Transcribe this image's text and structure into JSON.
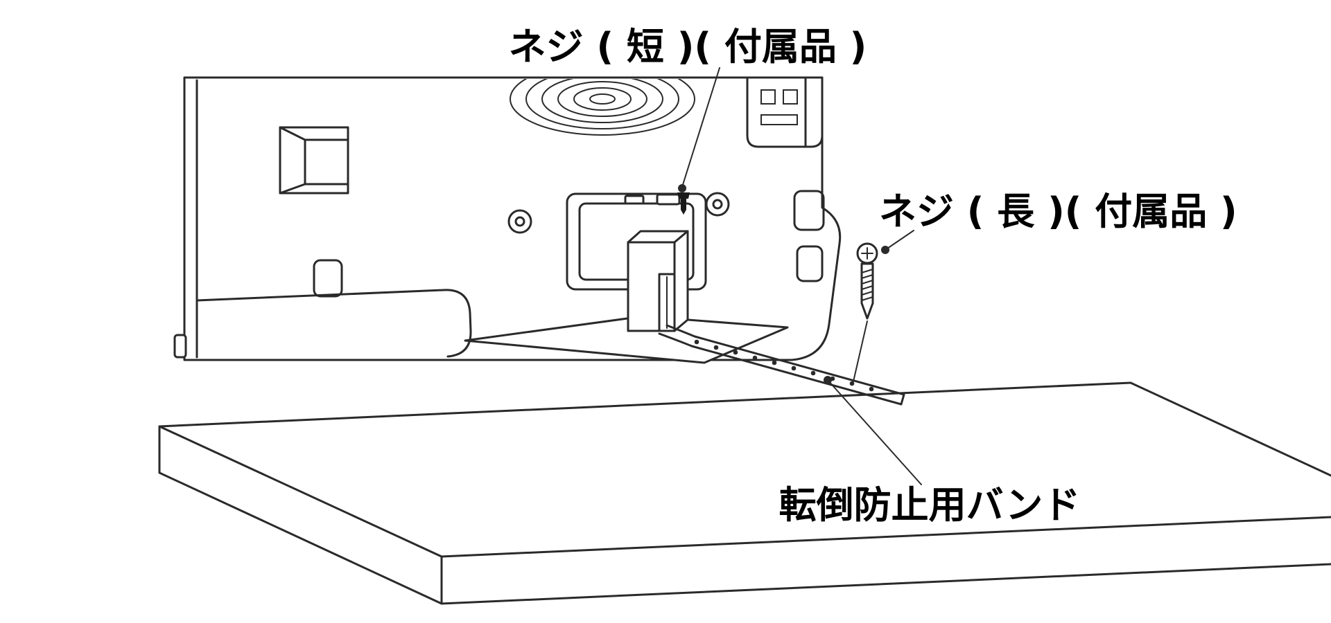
{
  "diagram": {
    "type": "tv-anti-tip-band-installation",
    "labels": {
      "screw_short": "ネジ ( 短 )( 付属品 )",
      "screw_long": "ネジ ( 長 )( 付属品 )",
      "anti_tip_band": "転倒防止用バンド"
    },
    "colors": {
      "background": "#ffffff",
      "line": "#2a2a2a",
      "text": "#000000"
    }
  }
}
